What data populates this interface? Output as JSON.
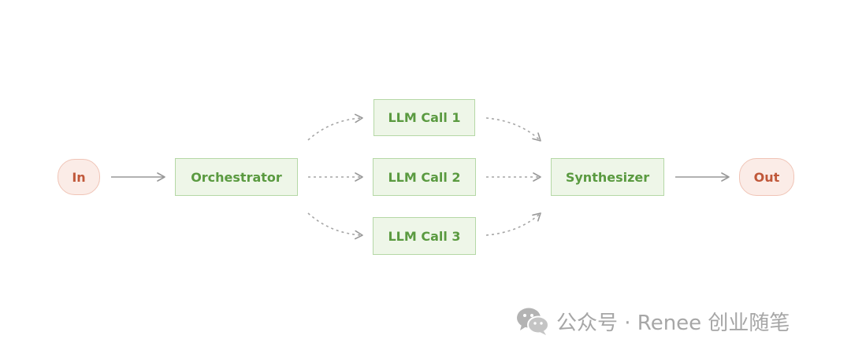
{
  "nodes": {
    "in": "In",
    "orchestrator": "Orchestrator",
    "llm_call_1": "LLM Call 1",
    "llm_call_2": "LLM Call 2",
    "llm_call_3": "LLM Call 3",
    "synthesizer": "Synthesizer",
    "out": "Out"
  },
  "watermark": {
    "text": "公众号 · Renee 创业随笔",
    "icon": "wechat-icon"
  },
  "colors": {
    "box_fill": "#eef6e8",
    "box_border": "#b5d8a6",
    "box_text": "#5a9a40",
    "pill_fill": "#fbece7",
    "pill_border": "#f0c4b6",
    "pill_text": "#c0583a",
    "arrow": "#999999"
  }
}
